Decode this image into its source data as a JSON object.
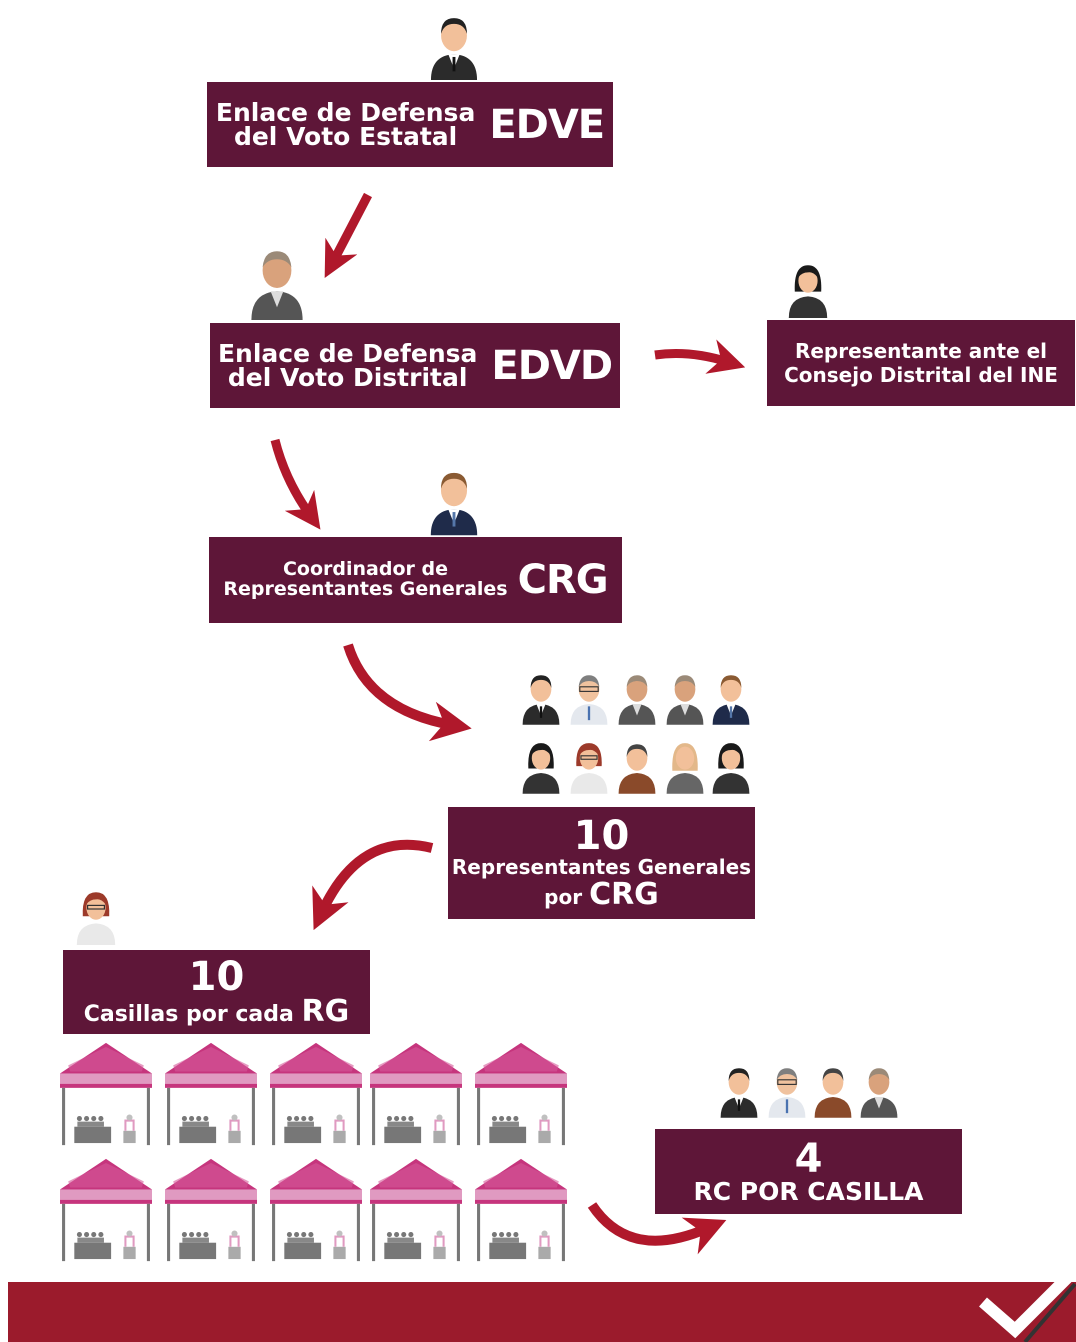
{
  "colors": {
    "box_bg": "#5e1638",
    "box_text": "#ffffff",
    "arrow": "#b0182b",
    "tent_roof": "#c6357d",
    "tent_light": "#e09ac1",
    "footer": "#9b1b2c"
  },
  "nodes": {
    "edve": {
      "label_line1": "Enlace de Defensa",
      "label_line2": "del Voto Estatal",
      "abbr": "EDVE"
    },
    "edvd": {
      "label_line1": "Enlace de Defensa",
      "label_line2": "del Voto Distrital",
      "abbr": "EDVD"
    },
    "ine": {
      "label_line1": "Representante ante el",
      "label_line2": "Consejo Distrital del INE"
    },
    "crg": {
      "label_line1": "Coordinador de",
      "label_line2": "Representantes Generales",
      "abbr": "CRG"
    },
    "rg": {
      "count": "10",
      "label_line1": "Representantes Generales",
      "label_pre": "por",
      "label_abbr": "CRG"
    },
    "casillas": {
      "count": "10",
      "label": "Casillas por cada",
      "abbr": "RG"
    },
    "rc": {
      "count": "4",
      "label": "RC POR CASILLA"
    }
  },
  "icons": {
    "person": "person-avatar-icon",
    "tent": "polling-tent-icon",
    "arrow": "curved-arrow-icon"
  }
}
